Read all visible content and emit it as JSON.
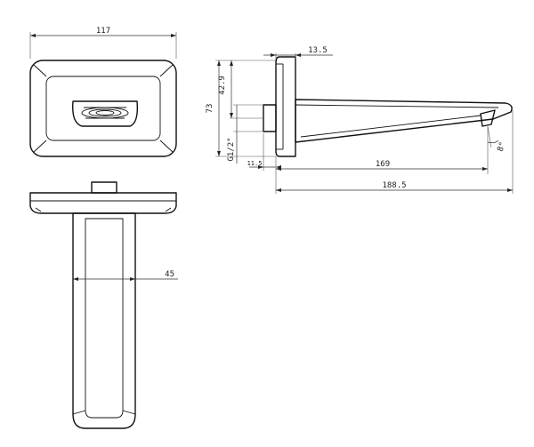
{
  "drawing": {
    "stroke_color": "#111111",
    "background": "#ffffff",
    "dimensions": {
      "width_117": "117",
      "depth_13_5": "13.5",
      "height_42_9": "42.9",
      "height_73": "73",
      "thread_g12": "G1/2\"",
      "small_11_5": "11.5",
      "length_169": "169",
      "length_188_5": "188.5",
      "angle_8": "8°",
      "width_45": "45"
    }
  }
}
